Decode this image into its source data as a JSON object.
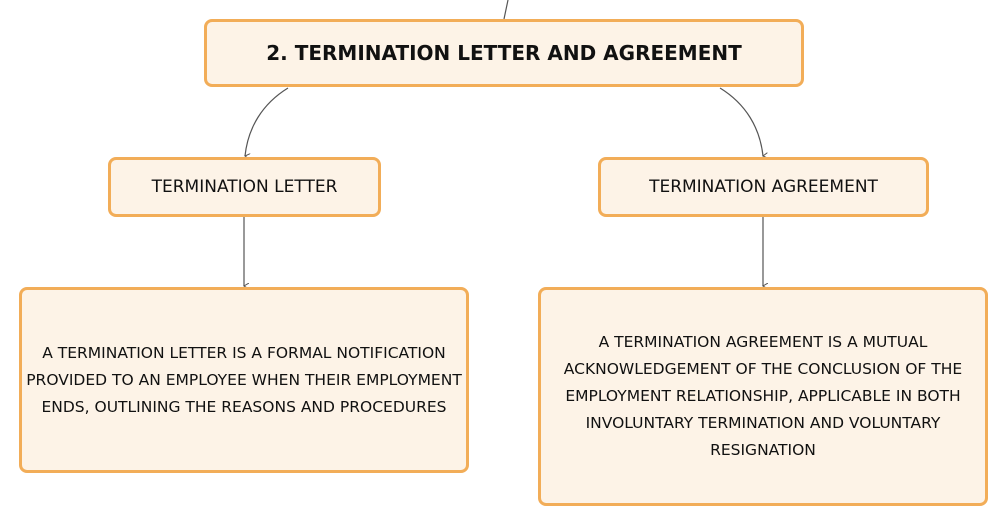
{
  "diagram": {
    "root": {
      "label": "2. TERMINATION LETTER AND AGREEMENT"
    },
    "branches": [
      {
        "label": "TERMINATION LETTER",
        "description": "A TERMINATION LETTER IS A FORMAL NOTIFICATION PROVIDED TO AN EMPLOYEE WHEN THEIR EMPLOYMENT ENDS, OUTLINING THE REASONS AND PROCEDURES"
      },
      {
        "label": "TERMINATION AGREEMENT",
        "description": "A TERMINATION AGREEMENT IS A MUTUAL ACKNOWLEDGEMENT OF THE CONCLUSION OF THE EMPLOYMENT RELATIONSHIP, APPLICABLE IN BOTH INVOLUNTARY TERMINATION AND VOLUNTARY RESIGNATION"
      }
    ],
    "colors": {
      "node_fill": "#fdf3e7",
      "node_border": "#f2ad58",
      "connector": "#555555",
      "text": "#111111"
    }
  }
}
